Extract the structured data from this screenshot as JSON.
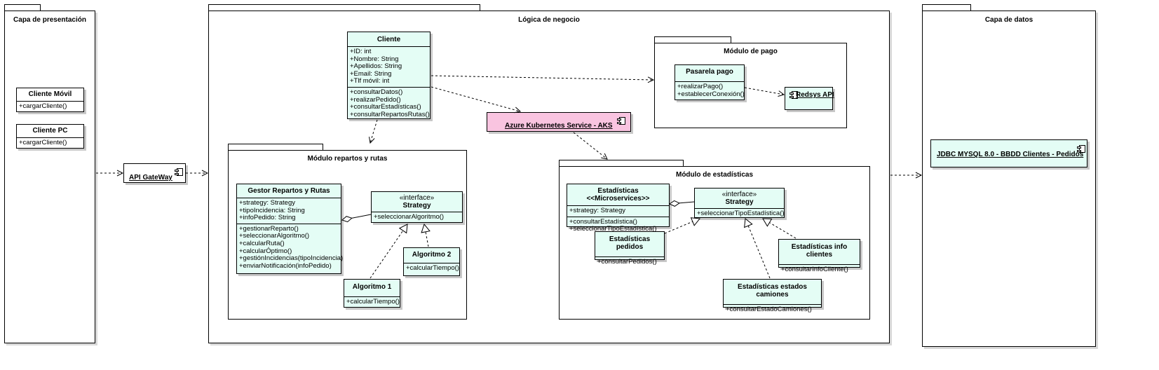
{
  "packages": {
    "presentation": {
      "title": "Capa de presentación"
    },
    "business": {
      "title": "Lógica de negocio"
    },
    "data": {
      "title": "Capa de datos"
    },
    "payment": {
      "title": "Módulo de pago"
    },
    "routes": {
      "title": "Módulo repartos y rutas"
    },
    "stats": {
      "title": "Módulo de estadísticas"
    }
  },
  "presentation_classes": {
    "mobile": {
      "name": "Cliente Móvil",
      "ops": [
        "+cargarCliente()"
      ]
    },
    "pc": {
      "name": "Cliente PC",
      "ops": [
        "+cargarCliente()"
      ]
    }
  },
  "components": {
    "gateway": {
      "name": "API GateWay"
    },
    "aks": {
      "name": "Azure Kubernetes Service - AKS"
    },
    "redsys": {
      "name": "Redsys API"
    },
    "jdbc": {
      "name": "JDBC MYSQL 8.0 - BBDD Clientes - Pedidos"
    }
  },
  "cliente": {
    "name": "Cliente",
    "attrs": [
      "+ID: int",
      "+Nombre: String",
      "+Apellidos: String",
      "+Email: String",
      "+Tlf móvil: int"
    ],
    "ops": [
      "+consultarDatos()",
      "+realizarPedido()",
      "+consultarEstadísticas()",
      "+consultarRepartosRutas()"
    ]
  },
  "pasarela": {
    "name": "Pasarela pago",
    "ops": [
      "+realizarPago()",
      "+establecerConexión()"
    ]
  },
  "gestor": {
    "name": "Gestor Repartos y Rutas",
    "attrs": [
      "+strategy: Strategy",
      "+tipoIncidencia: String",
      "+infoPedido: String"
    ],
    "ops": [
      "+gestionarReparto()",
      "+seleccionarAlgoritmo()",
      "+calcularRuta()",
      "+calcularÓptimo()",
      "+gestiónIncidencias(tipoIncidencia)",
      "+enviarNotificación(infoPedido)"
    ]
  },
  "strategy_routes": {
    "stereotype": "«interface»",
    "name": "Strategy",
    "ops": [
      "+seleccionarAlgoritmo()"
    ]
  },
  "algoritmo1": {
    "name": "Algoritmo 1",
    "ops": [
      "+calcularTiempo()"
    ]
  },
  "algoritmo2": {
    "name": "Algoritmo 2",
    "ops": [
      "+calcularTiempo()"
    ]
  },
  "estadisticas_ms": {
    "name": "Estadísticas <<Microservices>>",
    "attrs": [
      "+strategy: Strategy"
    ],
    "ops": [
      "+consultarEstadística()",
      "+seleccionarTipoEstadística()"
    ]
  },
  "strategy_stats": {
    "stereotype": "«interface»",
    "name": "Strategy",
    "ops": [
      "+seleccionarTipoEstadística()"
    ]
  },
  "est_pedidos": {
    "name": "Estadísticas pedidos",
    "ops": [
      "+consultarPedidos()"
    ]
  },
  "est_info": {
    "name": "Estadísticas info clientes",
    "ops": [
      "+consultarInfoCliente()"
    ]
  },
  "est_camiones": {
    "name": "Estadísticas estados camiones",
    "ops": [
      "+consultarEstadoCamiones()"
    ]
  },
  "colors": {
    "class_fill": "#e4fdf5",
    "aks_fill": "#f9c4e0",
    "outline": "#000000"
  }
}
